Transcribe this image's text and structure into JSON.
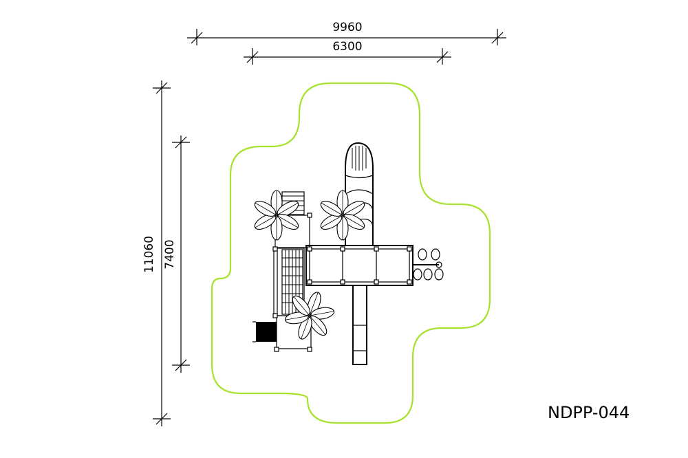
{
  "drawing": {
    "code": "NDPP-044",
    "boundary_color": "#a6e22e",
    "dimensions": {
      "overall_width": "9960",
      "structure_width": "6300",
      "overall_length": "11060",
      "structure_length": "7400"
    }
  }
}
